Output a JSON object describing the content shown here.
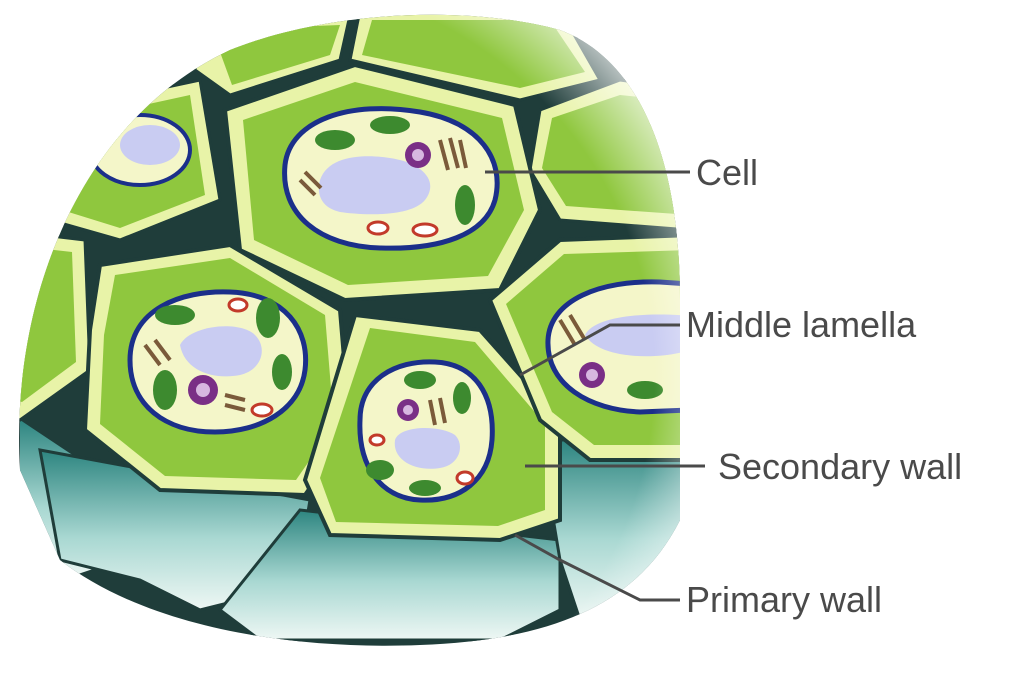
{
  "labels": {
    "cell": "Cell",
    "middle_lamella": "Middle lamella",
    "secondary_wall": "Secondary wall",
    "primary_wall": "Primary wall"
  },
  "colors": {
    "cell_wall_light": "#e8f3a8",
    "secondary_wall": "#8fc73e",
    "middle_lamella": "#1f3d3a",
    "cytoplasm": "#f4f6c9",
    "membrane": "#1b2f8a",
    "vacuole": "#c9ccf2",
    "chloroplast": "#3d8a2f",
    "nucleus": "#7a2f86",
    "side_teal": "#2f8a86",
    "leader_line": "#4a4a4a"
  }
}
